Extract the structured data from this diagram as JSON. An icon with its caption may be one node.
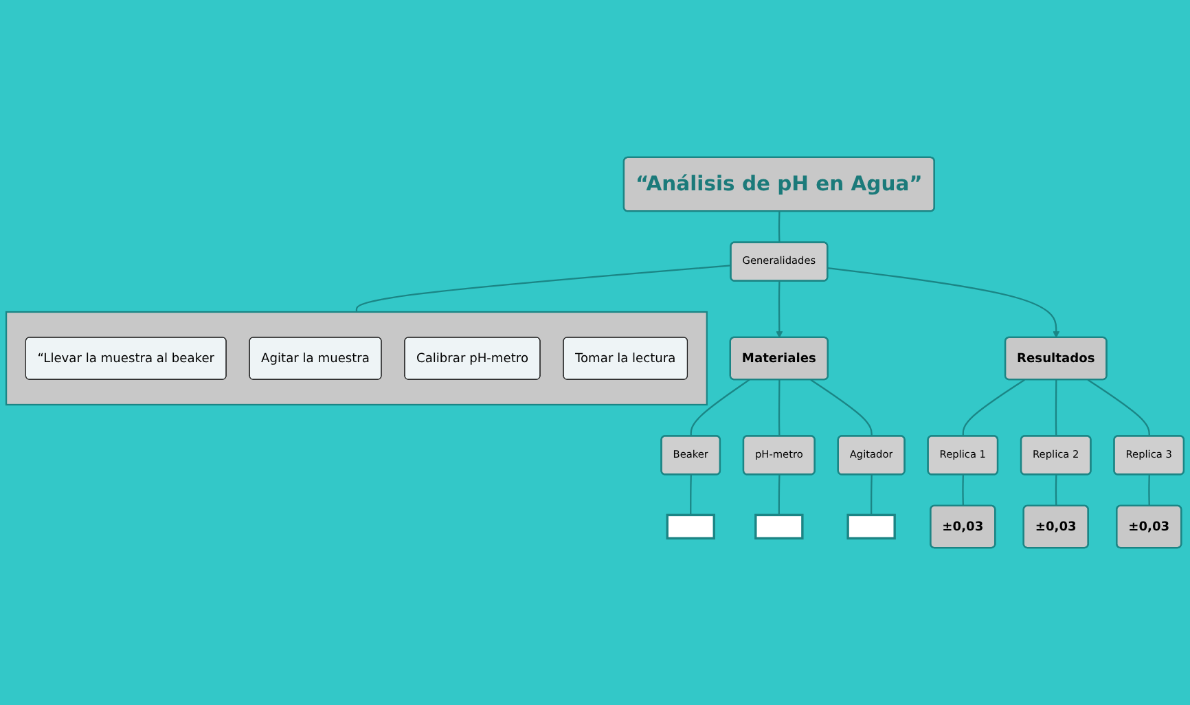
{
  "diagram": {
    "nodes": [
      {
        "text": [
          "“Análisis de pH en Agua”"
        ]
      },
      {
        "text": [
          "Materiales"
        ]
      },
      {
        "text": [
          "Generalidades"
        ]
      },
      {
        "text": [
          "Resultados"
        ]
      },
      {
        "text": [
          "Beaker"
        ]
      },
      {
        "text": [
          "Agitador"
        ]
      },
      {
        "text": [
          "Replica 1"
        ]
      },
      {
        "text": [
          "Replica 3"
        ]
      },
      {
        "text": [
          "pH-metro"
        ]
      },
      {
        "text": [
          "Replica 2"
        ]
      },
      {
        "text": [],
        "shape": "box"
      },
      {
        "text": [],
        "shape": "box"
      },
      {
        "text": [],
        "shape": "box"
      },
      {
        "text": [
          "“Llevar la muestra al beaker"
        ],
        "in": 12
      },
      {
        "text": [
          "Agitar la muestra"
        ],
        "in": 12
      },
      {
        "text": [
          "Calibrar pH-metro"
        ],
        "in": 12
      },
      {
        "text": [
          "Tomar la lectura"
        ],
        "in": 12
      },
      {
        "text": [
          "±0,03"
        ]
      },
      {
        "text": [
          "±0,03"
        ]
      },
      {
        "text": [
          "±0,03"
        ]
      },
      {
        "text": [],
        "shape": "box"
      }
    ],
    "edges": [
      {
        "from": 0,
        "to": 2,
        "arrow": "none"
      },
      {
        "from": 2,
        "to": 1,
        "arrow": "to"
      },
      {
        "from": 2,
        "to": 3,
        "arrow": "to"
      },
      {
        "from": 2,
        "to": 12,
        "arrow": "none"
      },
      {
        "from": 1,
        "to": 4,
        "arrow": "none"
      },
      {
        "from": 1,
        "to": 8,
        "arrow": "none"
      },
      {
        "from": 1,
        "to": 5,
        "arrow": "none"
      },
      {
        "from": 4,
        "to": 10,
        "arrow": "none"
      },
      {
        "from": 8,
        "to": 11,
        "arrow": "none"
      },
      {
        "from": 5,
        "to": 20,
        "arrow": "none"
      },
      {
        "from": 3,
        "to": 6,
        "arrow": "none"
      },
      {
        "from": 3,
        "to": 9,
        "arrow": "none"
      },
      {
        "from": 3,
        "to": 7,
        "arrow": "none"
      },
      {
        "from": 6,
        "to": 17,
        "arrow": "none"
      },
      {
        "from": 9,
        "to": 19,
        "arrow": "none"
      },
      {
        "from": 7,
        "to": 18,
        "arrow": "none"
      }
    ]
  }
}
